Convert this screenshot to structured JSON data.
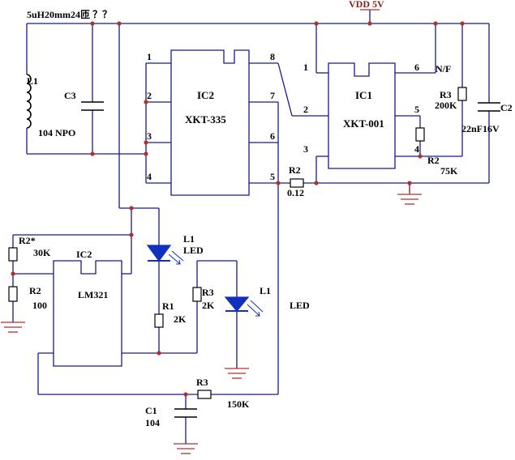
{
  "labels": {
    "coil_spec": "5uH20mm24匝 ？？",
    "vdd": "VDD 5V",
    "l1_coil": "L1",
    "c3": "C3",
    "c3_val": "104 NPO",
    "ic2_top_name": "IC2",
    "ic2_top_part": "XKT-335",
    "ic1_name": "IC1",
    "ic1_part": "XKT-001",
    "nf": "N/F",
    "r3_top": "R3",
    "r3_top_val": "200K",
    "c2": "C2",
    "c2_val": "22nF16V",
    "r2_top": "R2",
    "r2_top_val": "75K",
    "r2_sense": "R2",
    "r2_sense_val": "0.12",
    "r2star": "R2*",
    "r2star_val": "30K",
    "ic2_bot_name": "IC2",
    "ic2_bot_part": "LM321",
    "r2_bot": "R2",
    "r2_bot_val": "100",
    "l1_led": "L1",
    "led_text1": "LED",
    "r1": "R1",
    "r1_val": "2K",
    "r3_mid": "R3",
    "r3_mid_val": "2K",
    "l1_led2": "L1",
    "led_text2": "LED",
    "r3_bot": "R3",
    "r3_bot_val": "150K",
    "c1": "C1",
    "c1_val": "104"
  },
  "pins": {
    "ic2": [
      "1",
      "2",
      "3",
      "4",
      "8",
      "7",
      "6",
      "5"
    ],
    "ic1": [
      "1",
      "2",
      "3",
      "6",
      "5",
      "4"
    ]
  },
  "colors": {
    "wire": "#1a1a8c",
    "ground": "#b03030",
    "led": "#1030c0",
    "vdd_label": "#8b1a1a"
  }
}
